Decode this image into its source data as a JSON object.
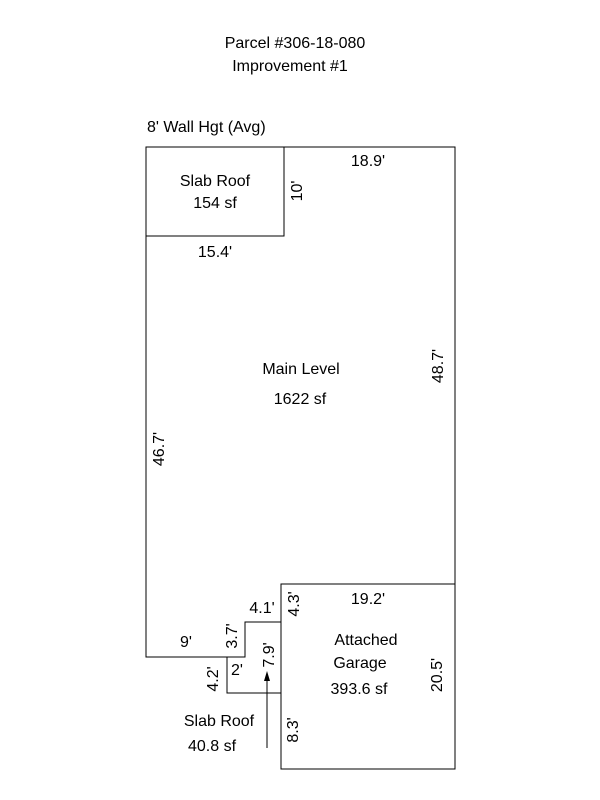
{
  "header": {
    "parcel": "Parcel #306-18-080",
    "improvement": "Improvement #1",
    "wall_height": "8' Wall Hgt (Avg)"
  },
  "areas": {
    "slab_roof_top": {
      "name": "Slab Roof",
      "area": "154 sf"
    },
    "main_level": {
      "name": "Main Level",
      "area": "1622 sf"
    },
    "garage": {
      "name_line1": "Attached",
      "name_line2": "Garage",
      "area": "393.6 sf"
    },
    "slab_roof_bottom": {
      "name": "Slab Roof",
      "area": "40.8 sf"
    }
  },
  "dimensions": {
    "top_right_width": "18.9'",
    "slab_height": "10'",
    "slab_width": "15.4'",
    "main_right_height": "48.7'",
    "main_left_height": "46.7'",
    "garage_width": "19.2'",
    "garage_step_height": "4.3'",
    "garage_height": "20.5'",
    "step_width": "4.1'",
    "step_height": "3.7'",
    "bottom_left_width": "9'",
    "inner_step_width": "2'",
    "inner_step_height": "4.2'",
    "inner_vertical": "7.9'",
    "garage_lower_left": "8.3'"
  },
  "colors": {
    "line": "#000000",
    "background": "#ffffff"
  }
}
